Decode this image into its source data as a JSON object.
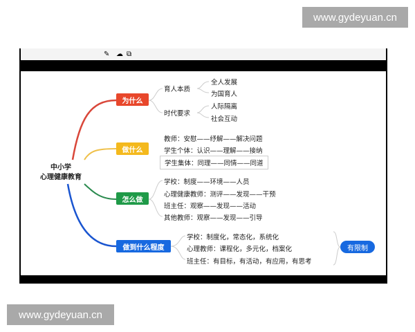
{
  "watermark": {
    "top": "www.gydeyuan.cn",
    "bottom": "www.gydeyuan.cn"
  },
  "mindmap": {
    "center": {
      "line1": "中小学",
      "line2": "心理健康教育"
    },
    "branches": [
      {
        "label": "为什么",
        "color": "#e8472b",
        "children": [
          {
            "label": "育人本质",
            "children": [
              "全人发展",
              "为国育人"
            ]
          },
          {
            "label": "时代要求",
            "children": [
              "人际隔离",
              "社会互动"
            ]
          }
        ]
      },
      {
        "label": "做什么",
        "color": "#f4b91d",
        "items": [
          "教师：安慰——纾解——解决问题",
          "学生个体：认识——理解——接纳",
          "学生集体：同理——同情——同道"
        ]
      },
      {
        "label": "怎么做",
        "color": "#1f9a48",
        "items": [
          "学校：制度——环境——人员",
          "心理健康教师：测评——发现——干预",
          "班主任：观察——发现——活动",
          "其他教师：观察——发现——引导"
        ]
      },
      {
        "label": "做到什么程度",
        "color": "#1769e0",
        "items": [
          "学校：制度化，常态化，系统化",
          "心理教师：课程化，多元化，档案化",
          "班主任：有目标，有活动，有应用，有思考"
        ],
        "summary": "有限制"
      }
    ]
  }
}
